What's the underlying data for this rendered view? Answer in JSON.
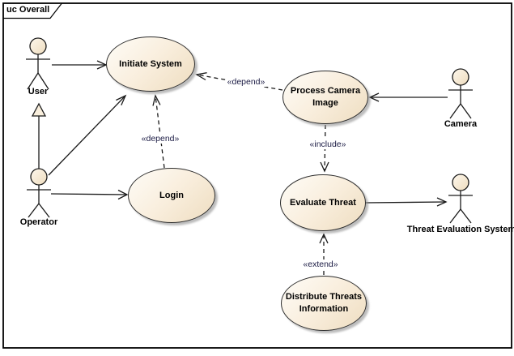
{
  "frame": {
    "title": "uc Overall",
    "diagram_type": "use case"
  },
  "use_cases": [
    {
      "id": "initiate-system",
      "label": "Initiate System"
    },
    {
      "id": "login",
      "label": "Login"
    },
    {
      "id": "process-camera-image",
      "label": "Process Camera Image"
    },
    {
      "id": "evaluate-threat",
      "label": "Evaluate Threat"
    },
    {
      "id": "distribute-threats-information",
      "label": "Distribute Threats Information"
    }
  ],
  "actors": [
    {
      "id": "user",
      "label": "User"
    },
    {
      "id": "operator",
      "label": "Operator"
    },
    {
      "id": "camera",
      "label": "Camera"
    },
    {
      "id": "threat-evaluation-system",
      "label": "Threat Evaluation System"
    }
  ],
  "relationships": [
    {
      "from": "User",
      "to": "Initiate System",
      "type": "association"
    },
    {
      "from": "Operator",
      "to": "User",
      "type": "generalization"
    },
    {
      "from": "Operator",
      "to": "Initiate System",
      "type": "association"
    },
    {
      "from": "Operator",
      "to": "Login",
      "type": "association"
    },
    {
      "from": "Login",
      "to": "Initiate System",
      "type": "dependency",
      "stereotype": "«depend»"
    },
    {
      "from": "Process Camera Image",
      "to": "Initiate System",
      "type": "dependency",
      "stereotype": "«depend»"
    },
    {
      "from": "Camera",
      "to": "Process Camera Image",
      "type": "association"
    },
    {
      "from": "Process Camera Image",
      "to": "Evaluate Threat",
      "type": "include",
      "stereotype": "«include»"
    },
    {
      "from": "Evaluate Threat",
      "to": "Threat Evaluation System",
      "type": "association"
    },
    {
      "from": "Distribute Threats Information",
      "to": "Evaluate Threat",
      "type": "extend",
      "stereotype": "«extend»"
    }
  ],
  "colors": {
    "usecase_fill_light": "#fefcf7",
    "usecase_fill_dark": "#eeddc0",
    "usecase_border": "#2d2d2d",
    "shadow": "#919191",
    "line": "#1a1a1a",
    "stereotype_text": "#1b1b44",
    "frame_border": "#000000",
    "background": "#ffffff"
  }
}
